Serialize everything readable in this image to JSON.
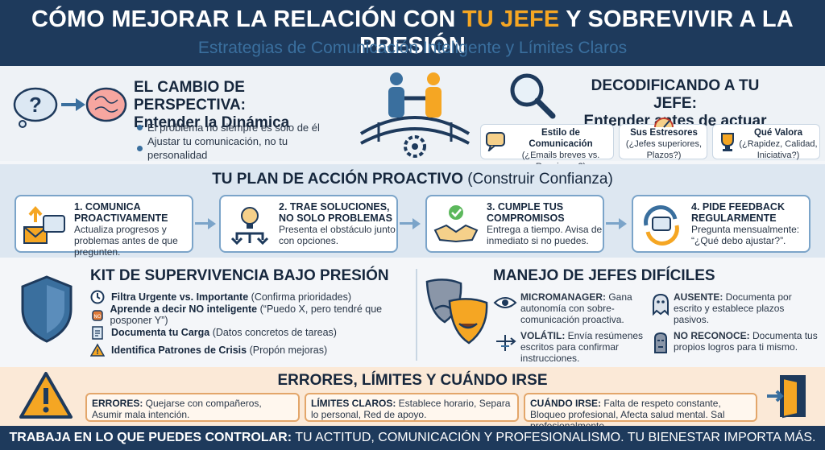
{
  "header": {
    "title_part1": "CÓMO MEJORAR LA RELACIÓN CON ",
    "title_highlight": "TU JEFE",
    "title_part2": " Y SOBREVIVIR A LA PRESIÓN",
    "subtitle": "Estrategias de Comunicación Inteligente y Límites Claros"
  },
  "perspective": {
    "title_line1": "EL CAMBIO DE PERSPECTIVA:",
    "title_line2": "Entender la Dinámica",
    "bullets": [
      "El problema no siempre es solo de él",
      "Ajustar tu comunicación, no tu personalidad"
    ]
  },
  "decode": {
    "title_line1": "DECODIFICANDO A TU JEFE:",
    "title_line2": "Entender antes de actuar",
    "items": [
      {
        "title": "Estilo de Comunicación",
        "text": "(¿Emails breves vs. Reuniones?)"
      },
      {
        "title": "Sus Estresores",
        "text": "(¿Jefes superiores, Plazos?)"
      },
      {
        "title": "Qué Valora",
        "text": "(¿Rapidez, Calidad, Iniciativa?)"
      }
    ]
  },
  "plan": {
    "title": "TU PLAN DE ACCIÓN PROACTIVO",
    "title_suffix": " (Construir Confianza)",
    "steps": [
      {
        "title": "1. COMUNICA PROACTIVAMENTE",
        "text": "Actualiza progresos y problemas antes de que pregunten."
      },
      {
        "title": "2. TRAE SOLUCIONES, NO SOLO PROBLEMAS",
        "text": "Presenta el obstáculo junto con opciones."
      },
      {
        "title": "3. CUMPLE TUS COMPROMISOS",
        "text": "Entrega a tiempo. Avisa de inmediato si no puedes."
      },
      {
        "title": "4. PIDE FEEDBACK REGULARMENTE",
        "text": "Pregunta mensualmente: “¿Qué debo ajustar?”."
      }
    ]
  },
  "kit": {
    "title": "KIT DE SUPERVIVENCIA BAJO PRESIÓN",
    "items": [
      {
        "bold": "Filtra Urgente vs. Importante",
        "text": " (Confirma prioridades)"
      },
      {
        "bold": "Aprende a decir NO inteligente",
        "text": " (“Puedo X, pero tendré que posponer Y”)"
      },
      {
        "bold": "Documenta tu Carga",
        "text": " (Datos concretos de tareas)"
      },
      {
        "bold": "Identifica Patrones de Crisis",
        "text": " (Propón mejoras)"
      }
    ]
  },
  "difficult": {
    "title": "MANEJO DE JEFES DIFÍCILES",
    "items": [
      {
        "bold": "MICROMANAGER:",
        "text": " Gana autonomía con sobre-comunicación proactiva."
      },
      {
        "bold": "VOLÁTIL:",
        "text": " Envía resúmenes escritos para confirmar instrucciones."
      },
      {
        "bold": "AUSENTE:",
        "text": " Documenta por escrito y establece plazos pasivos."
      },
      {
        "bold": "NO RECONOCE:",
        "text": " Documenta tus propios logros para ti mismo."
      }
    ]
  },
  "errors": {
    "title": "ERRORES, LÍMITES Y CUÁNDO IRSE",
    "boxes": [
      {
        "bold": "ERRORES:",
        "text": " Quejarse con compañeros, Asumir mala intención."
      },
      {
        "bold": "LÍMITES CLAROS:",
        "text": " Establece horario, Separa lo personal, Red de apoyo."
      },
      {
        "bold": "CUÁNDO IRSE:",
        "text": " Falta de respeto constante, Bloqueo profesional, Afecta salud mental. Sal profesionalmente."
      }
    ]
  },
  "footer": {
    "bold": "TRABAJA EN LO QUE PUEDES CONTROLAR:",
    "text": " TU ACTITUD, COMUNICACIÓN Y PROFESIONALISMO. TU BIENESTAR IMPORTA MÁS."
  },
  "colors": {
    "navy": "#1e3a5c",
    "accent": "#f5a623",
    "blue": "#3a6f9e",
    "border": "#7ba4c9"
  }
}
